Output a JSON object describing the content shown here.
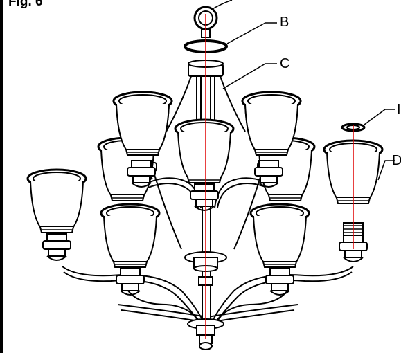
{
  "figure": {
    "label": "Fig. 6"
  },
  "callouts": [
    {
      "letter": "B"
    },
    {
      "letter": "C"
    },
    {
      "letter": "I"
    },
    {
      "letter": "D"
    }
  ],
  "colors": {
    "line": "#000000",
    "axis": "#e00000",
    "background": "#ffffff"
  },
  "lamp_count": 9
}
